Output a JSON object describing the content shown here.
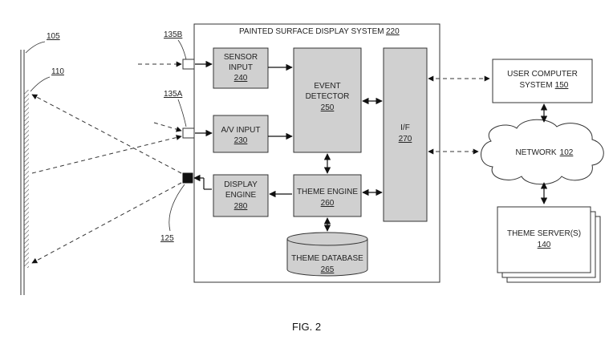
{
  "system": {
    "title": "PAINTED SURFACE DISPLAY SYSTEM",
    "ref": "220"
  },
  "blocks": {
    "sensor_input": {
      "line1": "SENSOR",
      "line2": "INPUT",
      "ref": "240"
    },
    "av_input": {
      "line1": "A/V INPUT",
      "ref": "230"
    },
    "display_engine": {
      "line1": "DISPLAY",
      "line2": "ENGINE",
      "ref": "280"
    },
    "event_detector": {
      "line1": "EVENT",
      "line2": "DETECTOR",
      "ref": "250"
    },
    "theme_engine": {
      "line1": "THEME ENGINE",
      "ref": "260"
    },
    "interface": {
      "line1": "I/F",
      "ref": "270"
    },
    "theme_database": {
      "line1": "THEME DATABASE",
      "ref": "265"
    },
    "user_computer": {
      "line1": "USER COMPUTER",
      "line2": "SYSTEM",
      "ref": "150"
    },
    "network": {
      "line1": "NETWORK",
      "ref": "102"
    },
    "theme_servers": {
      "line1": "THEME SERVER(S)",
      "ref": "140"
    }
  },
  "refs": {
    "wall": "105",
    "painted_surface": "110",
    "sensor": "135B",
    "av_device": "135A",
    "projector": "125"
  },
  "figure_label": "FIG. 2"
}
